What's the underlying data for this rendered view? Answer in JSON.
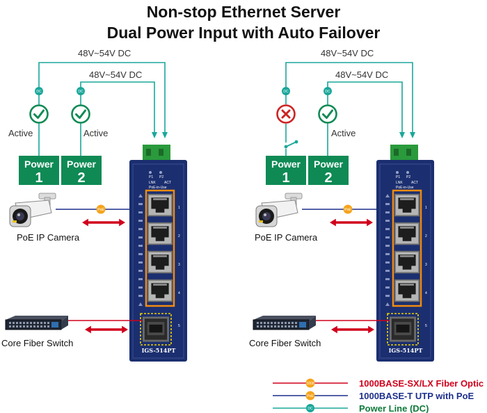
{
  "title": {
    "line1": "Non-stop Ethernet Server",
    "line2": "Dual Power Input with Auto Failover"
  },
  "voltage_label": "48V~54V DC",
  "status_active": "Active",
  "power_word": "Power",
  "power1_number": "1",
  "power2_number": "2",
  "dc_badge": "DC",
  "poe_badge": "PoE",
  "fiber_badge": "1000",
  "ip_camera_label": "PoE IP Camera",
  "core_switch_label": "Core Fiber Switch",
  "switch_model": "IGS-514PT",
  "led_labels": {
    "p1": "P1",
    "p2": "P2",
    "lnk": "LNK",
    "act": "ACT",
    "poe_in_use": "PoE-in-Use"
  },
  "port_numbers": [
    "1",
    "2",
    "3",
    "4",
    "5"
  ],
  "legend": [
    {
      "label": "1000BASE-SX/LX Fiber Optic",
      "color": "#d0001c",
      "icon": "fiber-badge-icon"
    },
    {
      "label": "1000BASE-T UTP with PoE",
      "color": "#1d2f8c",
      "icon": "poe-badge-icon"
    },
    {
      "label": "Power Line (DC)",
      "color": "#0f7a3a",
      "icon": "dc-badge-icon"
    }
  ],
  "colors": {
    "power_line": "#1aa79a",
    "power_box": "#0f8a55",
    "check": "#0f8a55",
    "fail": "#cc2424",
    "switch_body": "#1b2f70",
    "port_highlight": "#f08c10",
    "arrow": "#d0001c",
    "utp": "#1d2f8c"
  }
}
